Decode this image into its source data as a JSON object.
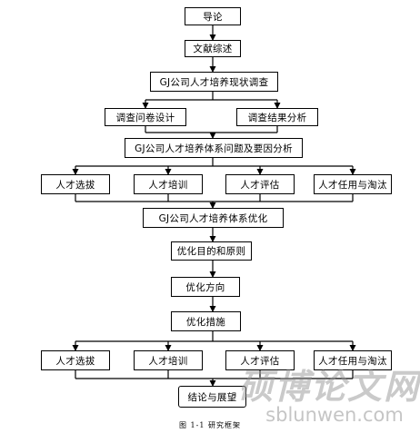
{
  "diagram": {
    "nodes": {
      "intro": "导论",
      "review": "文献综述",
      "survey": "GJ公司人才培养现状调查",
      "questionnaire": "调查问卷设计",
      "analysis": "调查结果分析",
      "problems": "GJ公司人才培养体系问题及要因分析",
      "row1": [
        "人才选拔",
        "人才培训",
        "人才评估",
        "人才任用与淘汰"
      ],
      "optimize": "GJ公司人才培养体系优化",
      "goals": "优化目的和原则",
      "direction": "优化方向",
      "measures": "优化措施",
      "row2": [
        "人才选拔",
        "人才培训",
        "人才评估",
        "人才任用与淘汰"
      ],
      "conclusion": "结论与展望"
    },
    "caption": "图 1-1  研究框架"
  },
  "watermark": {
    "chinese": [
      "硕",
      "博",
      "论",
      "文",
      "网"
    ],
    "url": "sblunwen.com"
  }
}
